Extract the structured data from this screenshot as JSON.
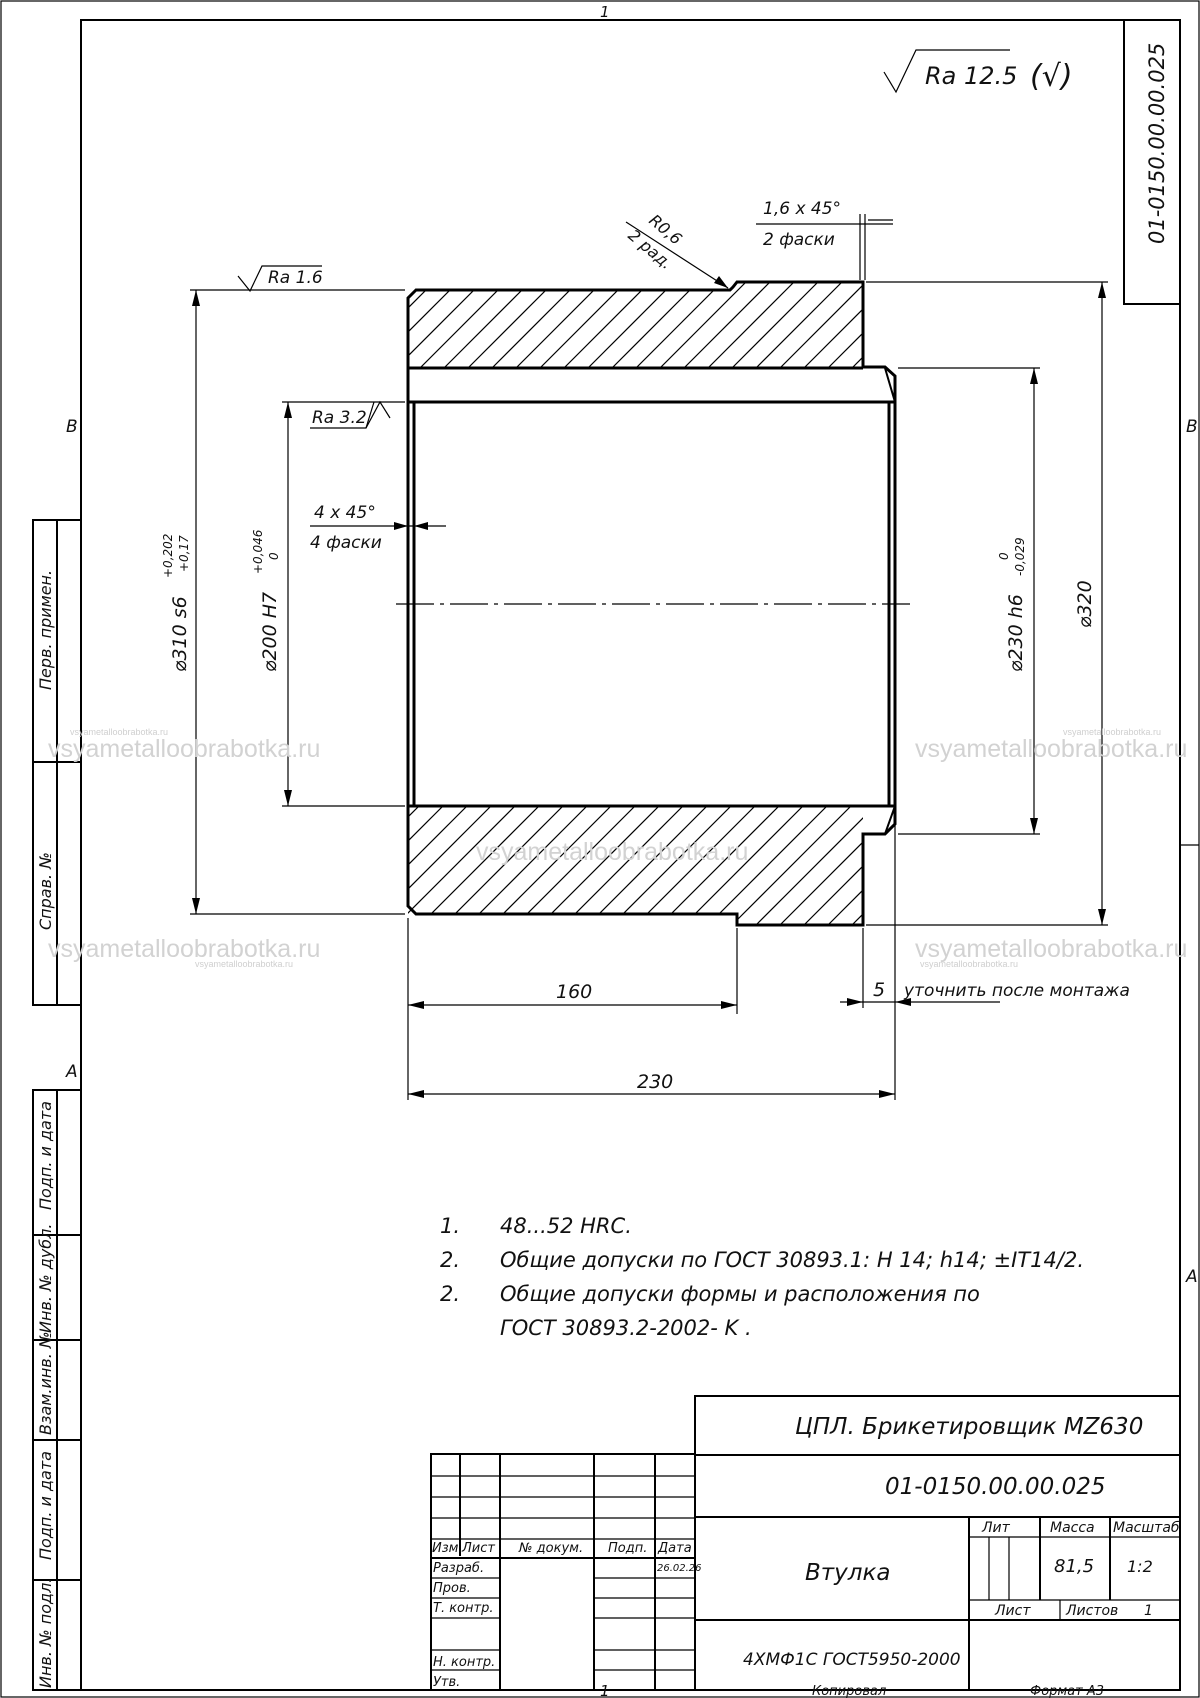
{
  "frame": {
    "zone_top": "1",
    "zone_bottom": "1",
    "zone_left_b": "B",
    "zone_right_b": "B",
    "zone_left_a": "A",
    "zone_right_a": "A"
  },
  "code_box": "01-0150.00.00.025",
  "roughness_general": "Ra 12.5",
  "roughness_mark": "(√)",
  "dims": {
    "ra_outer": "Ra 1.6",
    "ra_bore": "Ra 3.2",
    "chamfer_big_l1": "1,6 x 45°",
    "chamfer_big_l2": "2 фаски",
    "radius_l1": "R0,6",
    "radius_l2": "2 рад.",
    "chamfer_small_l1": "4 x 45°",
    "chamfer_small_l2": "4 фаски",
    "d310": "⌀310  s6",
    "d310_tol_up": "+0,202",
    "d310_tol_lo": "+0,17",
    "d200": "⌀200  H7",
    "d200_tol_up": "+0,046",
    "d200_tol_lo": "0",
    "d230": "⌀230  h6",
    "d230_tol_up": "0",
    "d230_tol_lo": "-0,029",
    "d320": "⌀320",
    "len160": "160",
    "len5": "5",
    "len5_note": "уточнить после монтажа",
    "len230": "230"
  },
  "notes": [
    {
      "num": "1.",
      "text": "48...52 HRC."
    },
    {
      "num": "2.",
      "text": "Общие допуски по ГОСТ 30893.1:  H 14;  h14;  ±IT14/2."
    },
    {
      "num": "2.",
      "text": "Общие допуски формы и расположения по"
    },
    {
      "num": "",
      "text": "ГОСТ 30893.2-2002- K ."
    }
  ],
  "title_block": {
    "project": "ЦПЛ. Брикетировщик  MZ630",
    "designation": "01-0150.00.00.025",
    "part_name": "Втулка",
    "material": "4ХМФ1С ГОСТ5950-2000",
    "lit_label": "Лит",
    "mass_label": "Масса",
    "scale_label": "Масштаб",
    "mass": "81,5",
    "scale": "1:2",
    "sheet_label": "Лист",
    "sheets_label": "Листов",
    "sheets": "1",
    "col_izm": "Изм.",
    "col_list": "Лист",
    "col_doc": "№ докум.",
    "col_sign": "Подп.",
    "col_date": "Дата",
    "row_razrab": "Разраб.",
    "row_prov": "Пров.",
    "row_tkontr": "Т. контр.",
    "row_nkontr": "Н. контр.",
    "row_utv": "Утв.",
    "date": "26.02.26",
    "copied": "Копировал",
    "format": "Формат  А3"
  },
  "side_labels": {
    "perv": "Перв. примен.",
    "sprav": "Справ. №",
    "podp1": "Подп. и дата",
    "inv_dubl": "Инв. № дубл.",
    "vzam": "Взам.инв. №",
    "podp2": "Подп. и дата",
    "inv_podl": "Инв. № подл."
  },
  "watermark": "vsyametalloobrabotka.ru"
}
